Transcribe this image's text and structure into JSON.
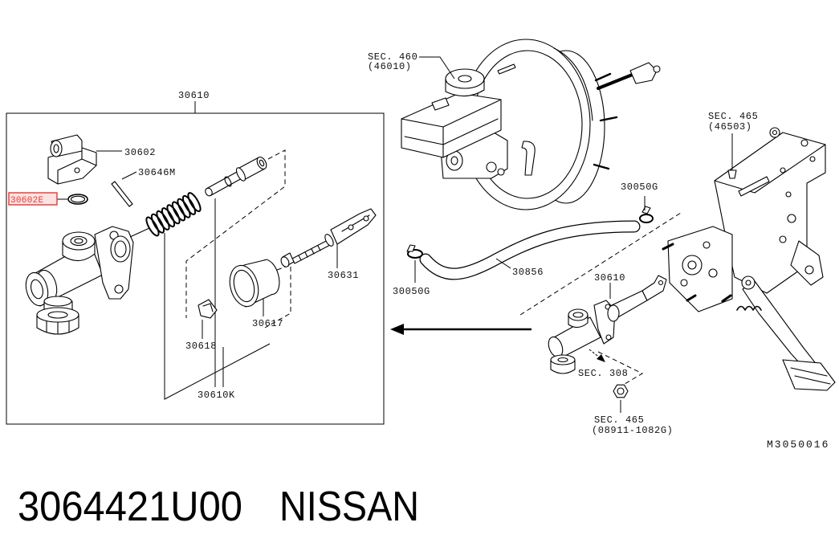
{
  "labels": {
    "box_title": "30610",
    "connector": "30602",
    "pin": "30646M",
    "oring": "30602E",
    "push_rod": "30631",
    "bushing": "30617",
    "clip": "30618",
    "kit": "30610K",
    "sec460": "SEC. 460",
    "sec460_code": "(46010)",
    "sec465_top": "SEC. 465",
    "sec465_top_code": "(46503)",
    "clamp_right": "30050G",
    "clamp_left": "30050G",
    "hose": "30856",
    "master_cyl": "30610",
    "sec308": "SEC. 308",
    "sec465_bottom": "SEC. 465",
    "sec465_bottom_code": "(08911-1082G)",
    "figure_code": "M3050016"
  },
  "caption": {
    "part_number": "3064421U00",
    "brand": "NISSAN"
  },
  "colors": {
    "highlight": "#e53935",
    "highlight_fill": "#fde2e2"
  }
}
